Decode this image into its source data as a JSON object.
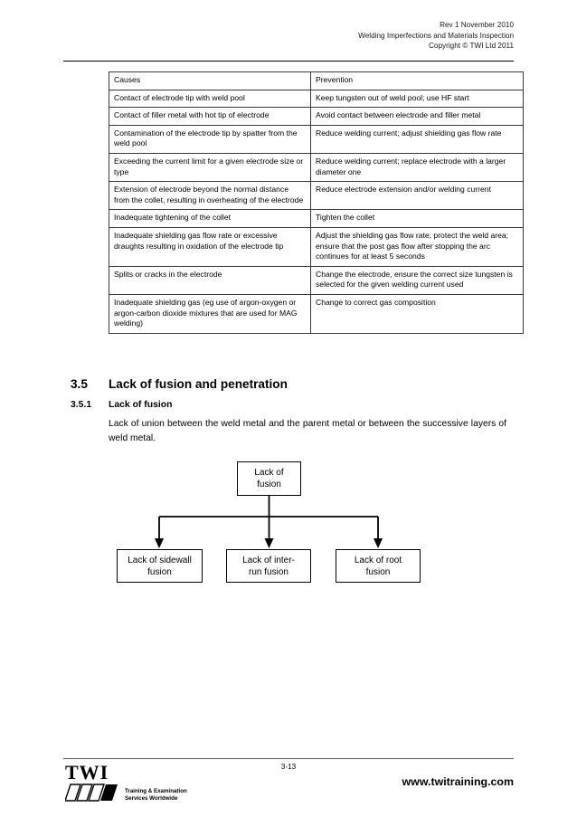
{
  "header": {
    "lines": [
      "Rev 1 November 2010",
      "Welding Imperfections and Materials Inspection",
      "Copyright © TWI Ltd 2011"
    ]
  },
  "table": {
    "columns": [
      "Causes",
      "Prevention"
    ],
    "rows": [
      {
        "cause": "Contact of electrode tip with weld pool",
        "prevention": "Keep tungsten out of weld pool; use HF start"
      },
      {
        "cause": "Contact of filler metal with hot tip of electrode",
        "prevention": "Avoid contact between electrode and filler metal"
      },
      {
        "cause": "Contamination of the electrode tip by spatter from the weld pool",
        "prevention": "Reduce welding current; adjust shielding gas flow rate"
      },
      {
        "cause": "Exceeding the current limit for a given electrode size or type",
        "prevention": "Reduce welding current; replace electrode with a larger diameter one"
      },
      {
        "cause": "Extension of electrode beyond the normal distance from the collet, resulting in overheating of the electrode",
        "prevention": "Reduce electrode extension and/or welding current"
      },
      {
        "cause": "Inadequate tightening of the collet",
        "prevention": "Tighten the collet"
      },
      {
        "cause": "Inadequate shielding gas flow rate or excessive draughts resulting in oxidation of the electrode tip",
        "prevention": "Adjust the shielding gas flow rate; protect the weld area; ensure that the post gas flow after stopping the arc continues for at least 5 seconds"
      },
      {
        "cause": "Splits or cracks in the electrode",
        "prevention": "Change the electrode, ensure the correct size tungsten is selected for the given welding current used"
      },
      {
        "cause": "Inadequate shielding gas (eg use of argon-oxygen or argon-carbon dioxide mixtures that are used for MAG welding)",
        "prevention": "Change to correct gas composition"
      }
    ]
  },
  "sections": {
    "major": {
      "number": "3.5",
      "title": "Lack of fusion and penetration"
    },
    "minor": {
      "number": "3.5.1",
      "title": "Lack of fusion"
    },
    "paragraph": "Lack of union between the weld metal and the parent metal or between the successive layers of weld metal."
  },
  "flowchart": {
    "root": "Lack of\nfusion",
    "children": [
      "Lack of sidewall\nfusion",
      "Lack of inter-\nrun fusion",
      "Lack of root\nfusion"
    ]
  },
  "footer": {
    "page_number": "3-13",
    "logo_word": "TWI",
    "logo_tagline_1": "Training & Examination",
    "logo_tagline_2": "Services Worldwide",
    "url": "www.twitraining.com"
  }
}
